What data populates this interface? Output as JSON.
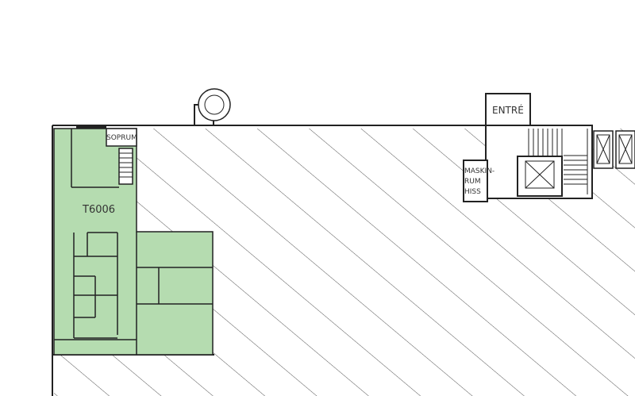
{
  "plan": {
    "labels": {
      "room": "T6006",
      "soprum": "SOPRUM",
      "entre": "ENTRÉ",
      "maskin_line1": "MASKIN-",
      "maskin_line2": "RUM",
      "maskin_line3": "HISS"
    },
    "colors": {
      "room_fill": "#b5dcb0",
      "wall": "#222222",
      "hatch": "#555555"
    }
  }
}
